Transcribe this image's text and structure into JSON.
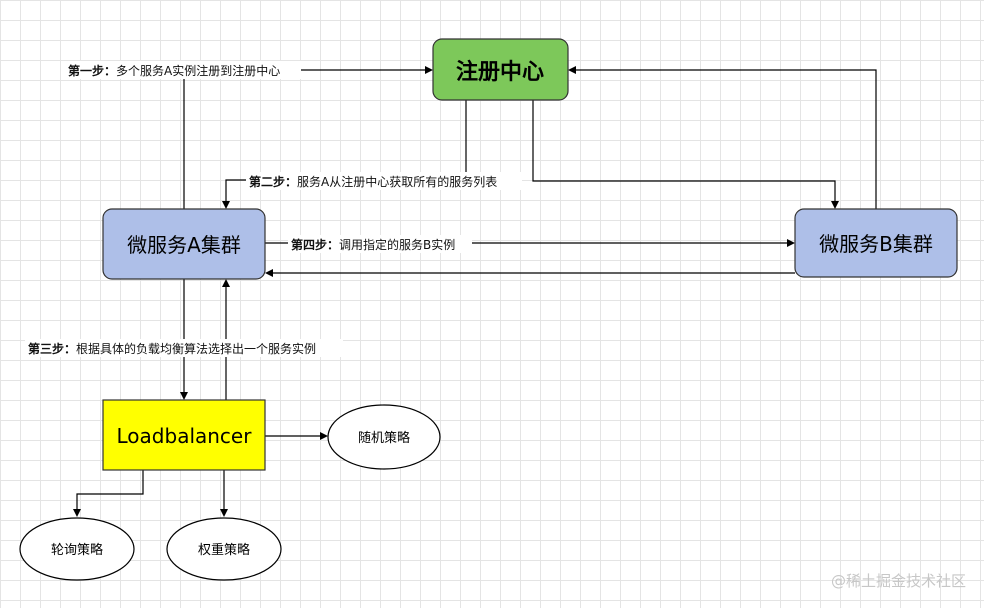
{
  "nodes": {
    "registry": {
      "label": "注册中心",
      "fill": "#7dc85a"
    },
    "service_a": {
      "label": "微服务A集群",
      "fill": "#aebfe8"
    },
    "service_b": {
      "label": "微服务B集群",
      "fill": "#aebfe8"
    },
    "loadbalancer": {
      "label": "Loadbalancer",
      "fill": "#ffff00"
    },
    "random": {
      "label": "随机策略"
    },
    "roundrobin": {
      "label": "轮询策略"
    },
    "weighted": {
      "label": "权重策略"
    }
  },
  "steps": {
    "step1": {
      "prefix": "第一步：",
      "text": "多个服务A实例注册到注册中心"
    },
    "step2": {
      "prefix": "第二步：",
      "text": "服务A从注册中心获取所有的服务列表"
    },
    "step3": {
      "prefix": "第三步：",
      "text": "根据具体的负载均衡算法选择出一个服务实例"
    },
    "step4": {
      "prefix": "第四步：",
      "text": "调用指定的服务B实例"
    }
  },
  "watermark": "@稀土掘金技术社区"
}
